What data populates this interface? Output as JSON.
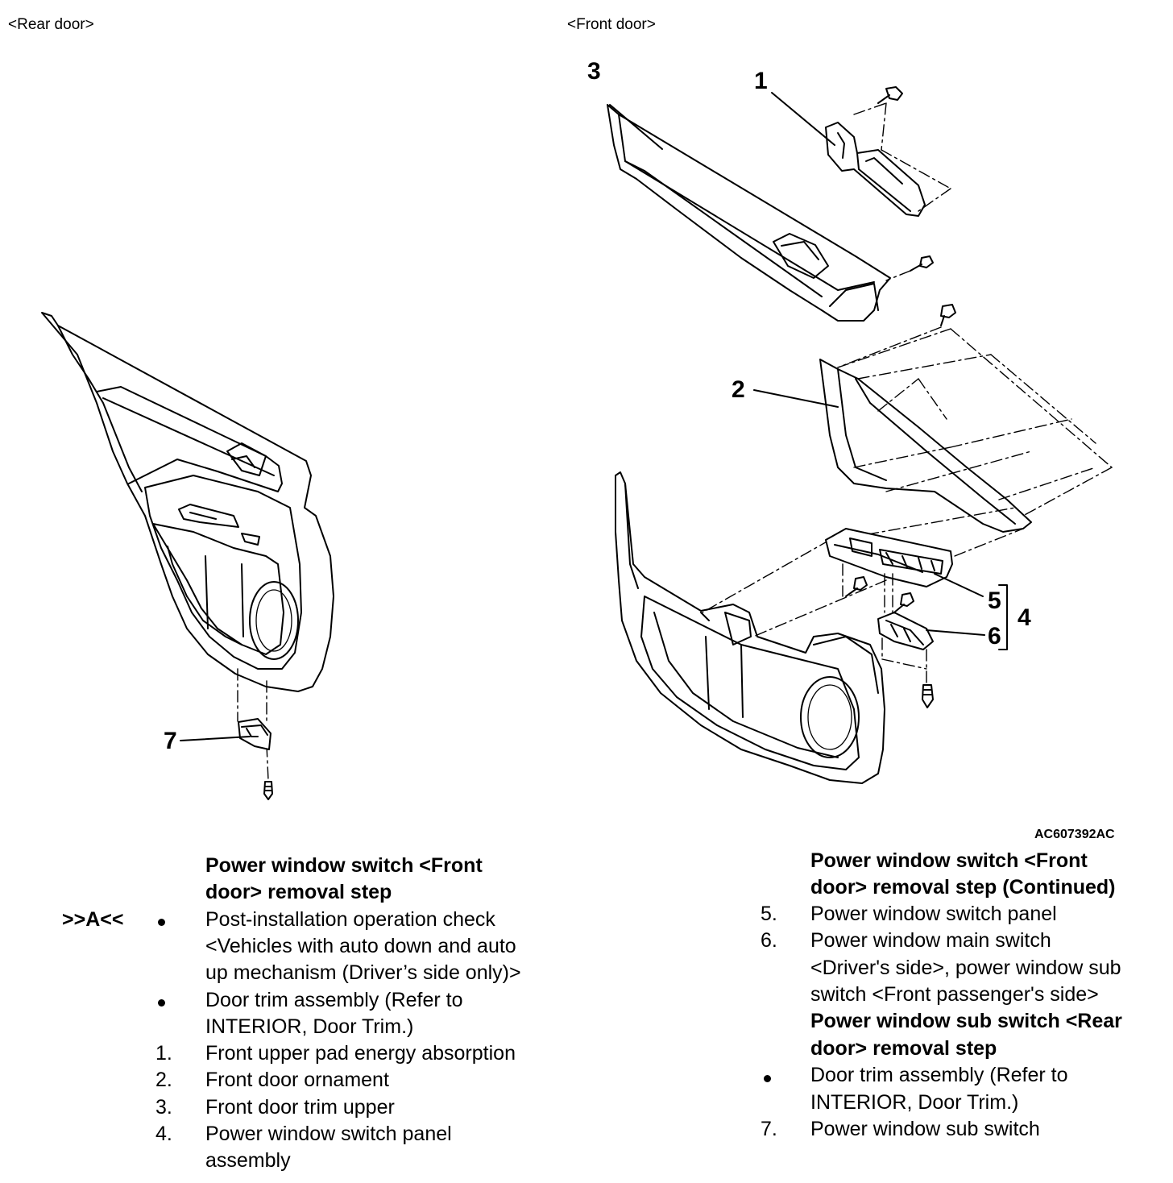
{
  "headings": {
    "rear": "<Rear door>",
    "front": "<Front door>"
  },
  "callouts": {
    "c1": "1",
    "c2": "2",
    "c3": "3",
    "c4": "4",
    "c5": "5",
    "c6": "6",
    "c7": "7"
  },
  "figure_code": "AC607392AC",
  "left_column": {
    "title_line1": "Power window switch <Front",
    "title_line2": "door> removal step",
    "marker": ">>A<<",
    "steps": [
      {
        "key": "•",
        "lines": [
          "Post-installation operation check",
          "<Vehicles with auto down and auto",
          "up mechanism (Driver’s side only)>"
        ]
      },
      {
        "key": "•",
        "lines": [
          "Door trim assembly (Refer to",
          "INTERIOR, Door Trim.)"
        ]
      },
      {
        "key": "1.",
        "lines": [
          "Front upper pad energy absorption"
        ]
      },
      {
        "key": "2.",
        "lines": [
          "Front door ornament"
        ]
      },
      {
        "key": "3.",
        "lines": [
          "Front door trim upper"
        ]
      },
      {
        "key": "4.",
        "lines": [
          "Power window switch panel",
          "assembly"
        ]
      }
    ]
  },
  "right_column": {
    "title_line1": "Power window switch <Front",
    "title_line2": "door> removal step (Continued)",
    "steps": [
      {
        "key": "5.",
        "lines": [
          "Power window switch panel"
        ]
      },
      {
        "key": "6.",
        "lines": [
          "Power window main switch",
          "<Driver's side>, power window sub",
          "switch <Front passenger's side>"
        ]
      }
    ],
    "title2_line1": "Power window sub switch <Rear",
    "title2_line2": "door> removal step",
    "steps2": [
      {
        "key": "•",
        "lines": [
          "Door trim assembly (Refer to",
          "INTERIOR, Door Trim.)"
        ]
      },
      {
        "key": "7.",
        "lines": [
          "Power window sub switch"
        ]
      }
    ]
  }
}
